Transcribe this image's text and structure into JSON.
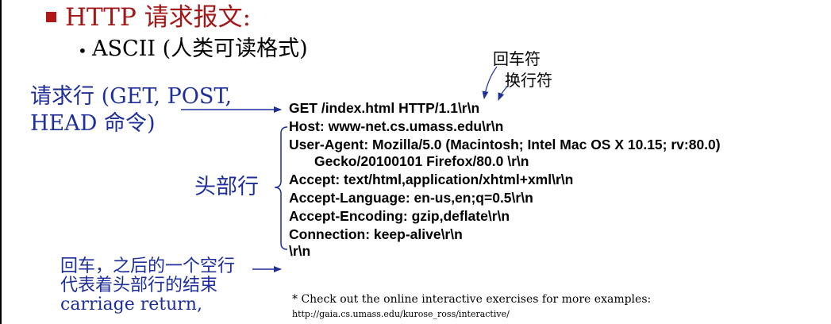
{
  "title": "HTTP 请求报文:",
  "subtitle": {
    "bullet": "•",
    "text": "ASCII (人类可读格式)"
  },
  "labels": {
    "request_line_1": "请求行 (GET, POST,",
    "request_line_2": "HEAD 命令)",
    "header_lines": "头部行",
    "crlf_1": "回车，之后的一个空行",
    "crlf_2": "代表着头部行的结束",
    "crlf_3": "carriage return,"
  },
  "annotations": {
    "carriage_return": "回车符",
    "line_feed": "换行符"
  },
  "message_lines": [
    "GET /index.html HTTP/1.1\\r\\n",
    "Host: www-net.cs.umass.edu\\r\\n",
    "User-Agent: Mozilla/5.0 (Macintosh; Intel Mac OS X 10.15; rv:80.0)",
    "Gecko/20100101 Firefox/80.0 \\r\\n",
    "Accept: text/html,application/xhtml+xml\\r\\n",
    "Accept-Language: en-us,en;q=0.5\\r\\n",
    "Accept-Encoding: gzip,deflate\\r\\n",
    "Connection: keep-alive\\r\\n",
    "\\r\\n"
  ],
  "footnote": {
    "line1": "* Check out the online interactive exercises for more examples:",
    "line2": "http://gaia.cs.umass.edu/kurose_ross/interactive/"
  },
  "colors": {
    "title": "#a01818",
    "label": "#1f2f9a",
    "text": "#000000"
  }
}
